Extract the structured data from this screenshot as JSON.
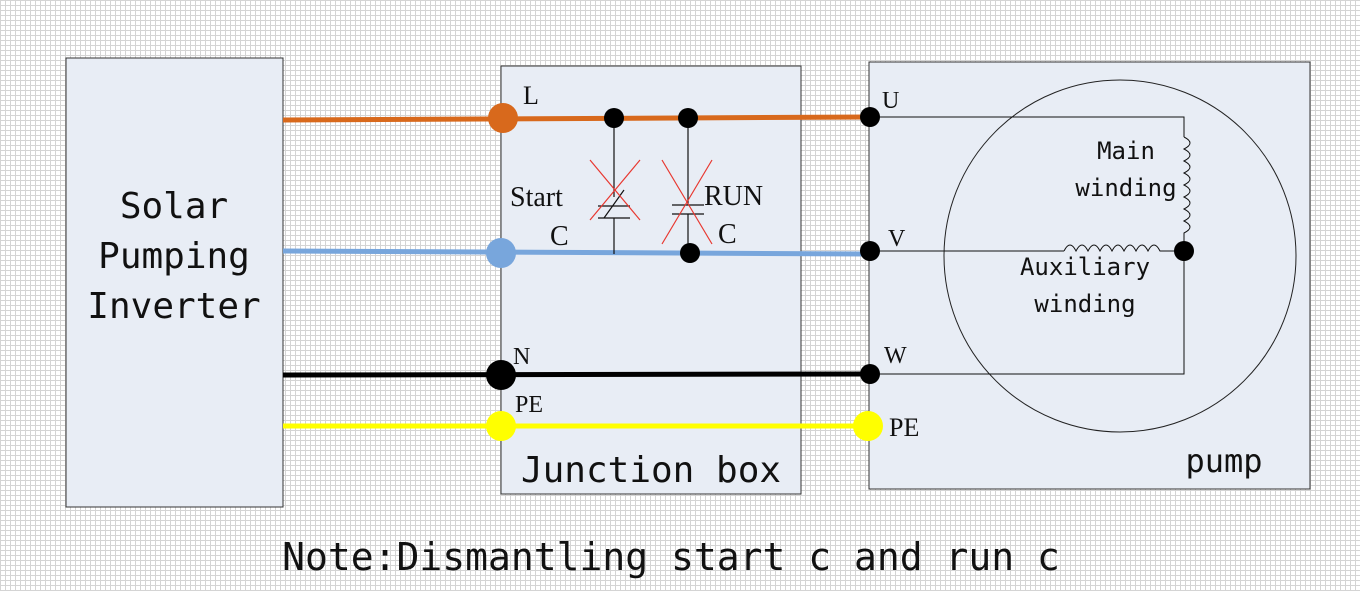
{
  "inverter": {
    "lines": [
      "Solar",
      "Pumping",
      "Inverter"
    ]
  },
  "junction_box": {
    "label": "Junction box",
    "terminal_labels": {
      "L": "L",
      "N": "N",
      "PE": "PE"
    },
    "start_cap": {
      "line1": "Start",
      "line2": "C"
    },
    "run_cap": {
      "line1": "RUN",
      "line2": "C"
    }
  },
  "pump": {
    "label": "pump",
    "terminal_labels": {
      "U": "U",
      "V": "V",
      "W": "W",
      "PE": "PE"
    },
    "main_winding": [
      "Main",
      "winding"
    ],
    "aux_winding": [
      "Auxiliary",
      "winding"
    ]
  },
  "note": "Note:Dismantling start c and run c",
  "colors": {
    "L": "#d8691c",
    "neutral_wire": "#78a6dc",
    "N": "#000000",
    "PE": "#ffff00",
    "box_fill": "#e8edf5",
    "cross": "#e8372f"
  }
}
